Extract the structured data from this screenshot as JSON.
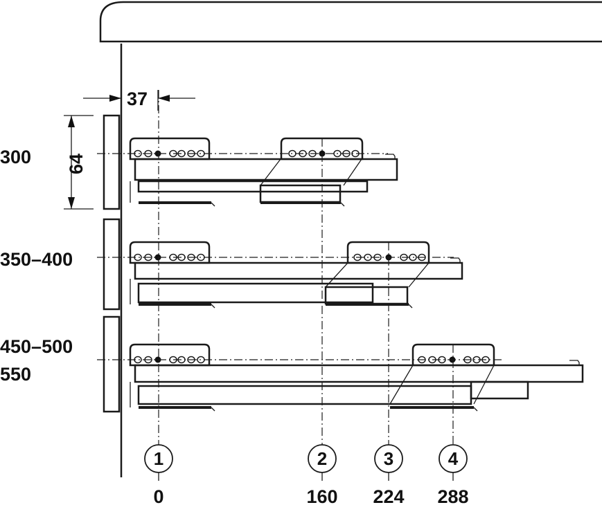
{
  "dimensions": {
    "offset": "37",
    "height": "64"
  },
  "drawer_lengths": {
    "row1": "300",
    "row2": "350–400",
    "row3_line1": "450–500",
    "row3_line2": "550"
  },
  "positions": [
    {
      "marker": "1",
      "value": "0"
    },
    {
      "marker": "2",
      "value": "160"
    },
    {
      "marker": "3",
      "value": "224"
    },
    {
      "marker": "4",
      "value": "288"
    }
  ]
}
